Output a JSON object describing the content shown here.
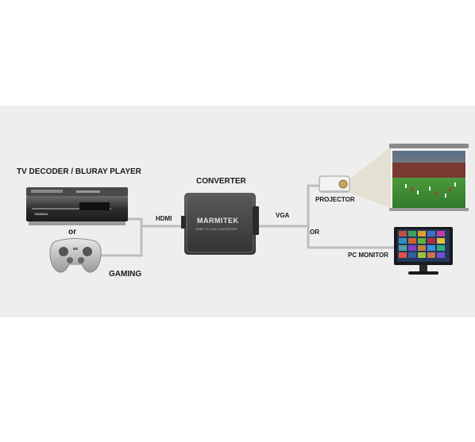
{
  "labels": {
    "source": "TV DECODER / BLURAY PLAYER",
    "or_source": "or",
    "gaming": "GAMING",
    "converter": "CONVERTER",
    "hdmi": "HDMI",
    "vga": "VGA",
    "projector": "PROJECTOR",
    "or_output": "OR",
    "pc_monitor": "PC MONITOR"
  },
  "device_text": {
    "converter_brand": "MARMITEK",
    "converter_model": "HDMI TO VGA CONVERTER",
    "player_brand": "YAMAHA"
  },
  "colors": {
    "panel_bg": "#eeeeee",
    "cable": "#bdbdbd",
    "device_dark": "#3a3a3a",
    "grass": "#3f8a35"
  }
}
